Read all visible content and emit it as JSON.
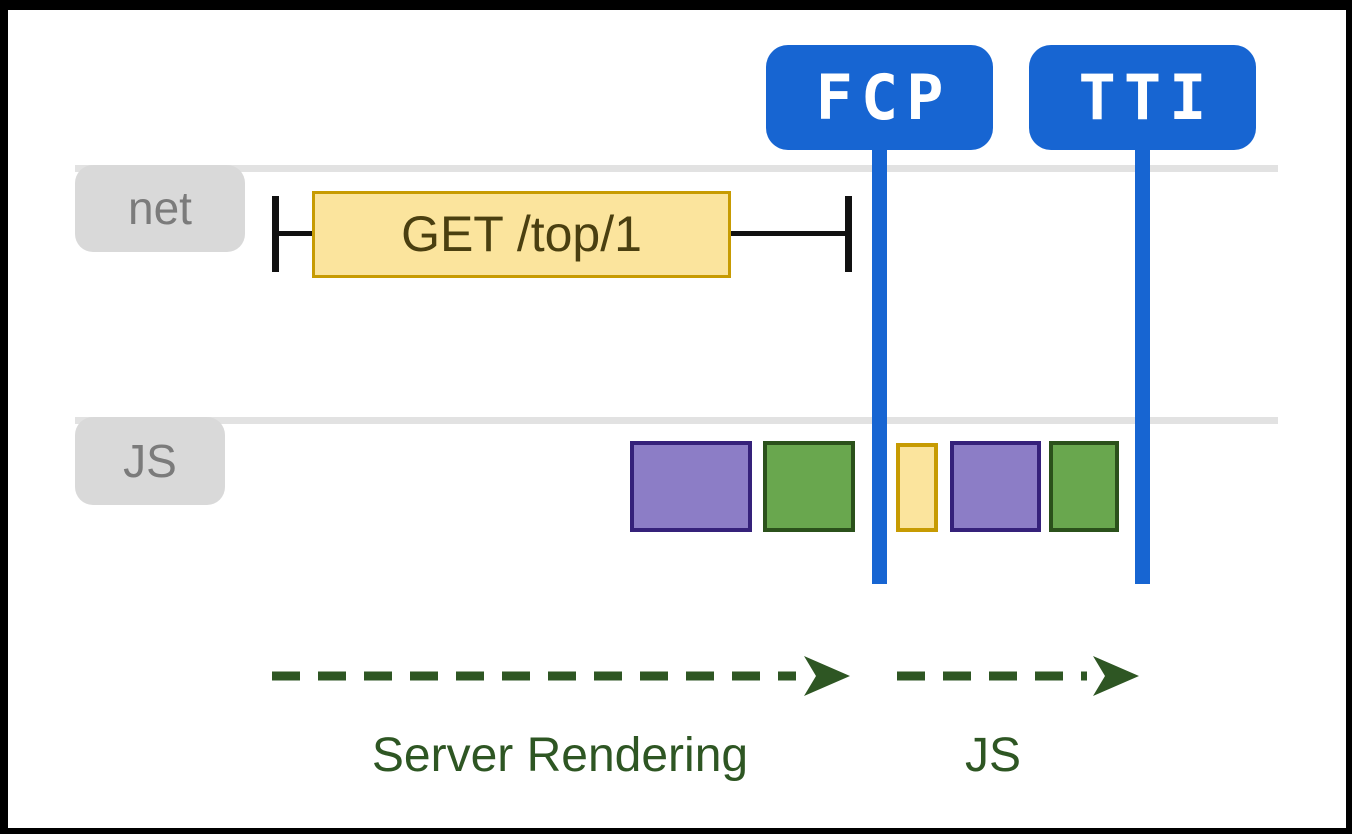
{
  "colors": {
    "frame": "#000000",
    "canvas": "#ffffff",
    "lane_line": "#e2e2e2",
    "lane_label_bg": "#d9d9d9",
    "lane_label_text": "#7b7b7b",
    "whisker_black": "#111111",
    "marker_blue": "#1765d2",
    "marker_text": "#ffffff",
    "request_fill": "#fbe49d",
    "request_border": "#c79b02",
    "request_text": "#4a3f10",
    "task_purple_fill": "#8c7dc6",
    "task_purple_border": "#35217a",
    "task_green_fill": "#69a74e",
    "task_green_border": "#2b511b",
    "task_yellow_fill": "#fbe49d",
    "task_yellow_border": "#c79b02",
    "phase_green": "#2e5623"
  },
  "lanes": {
    "net": {
      "label": "net"
    },
    "js": {
      "label": "JS"
    }
  },
  "network": {
    "request_label": "GET /top/1"
  },
  "markers": {
    "fcp": {
      "label": "FCP"
    },
    "tti": {
      "label": "TTI"
    }
  },
  "js_tasks": [
    {
      "color": "purple"
    },
    {
      "color": "green"
    },
    {
      "color": "yellow"
    },
    {
      "color": "purple"
    },
    {
      "color": "green"
    }
  ],
  "phases": {
    "server_rendering": {
      "label": "Server Rendering"
    },
    "js": {
      "label": "JS"
    }
  }
}
